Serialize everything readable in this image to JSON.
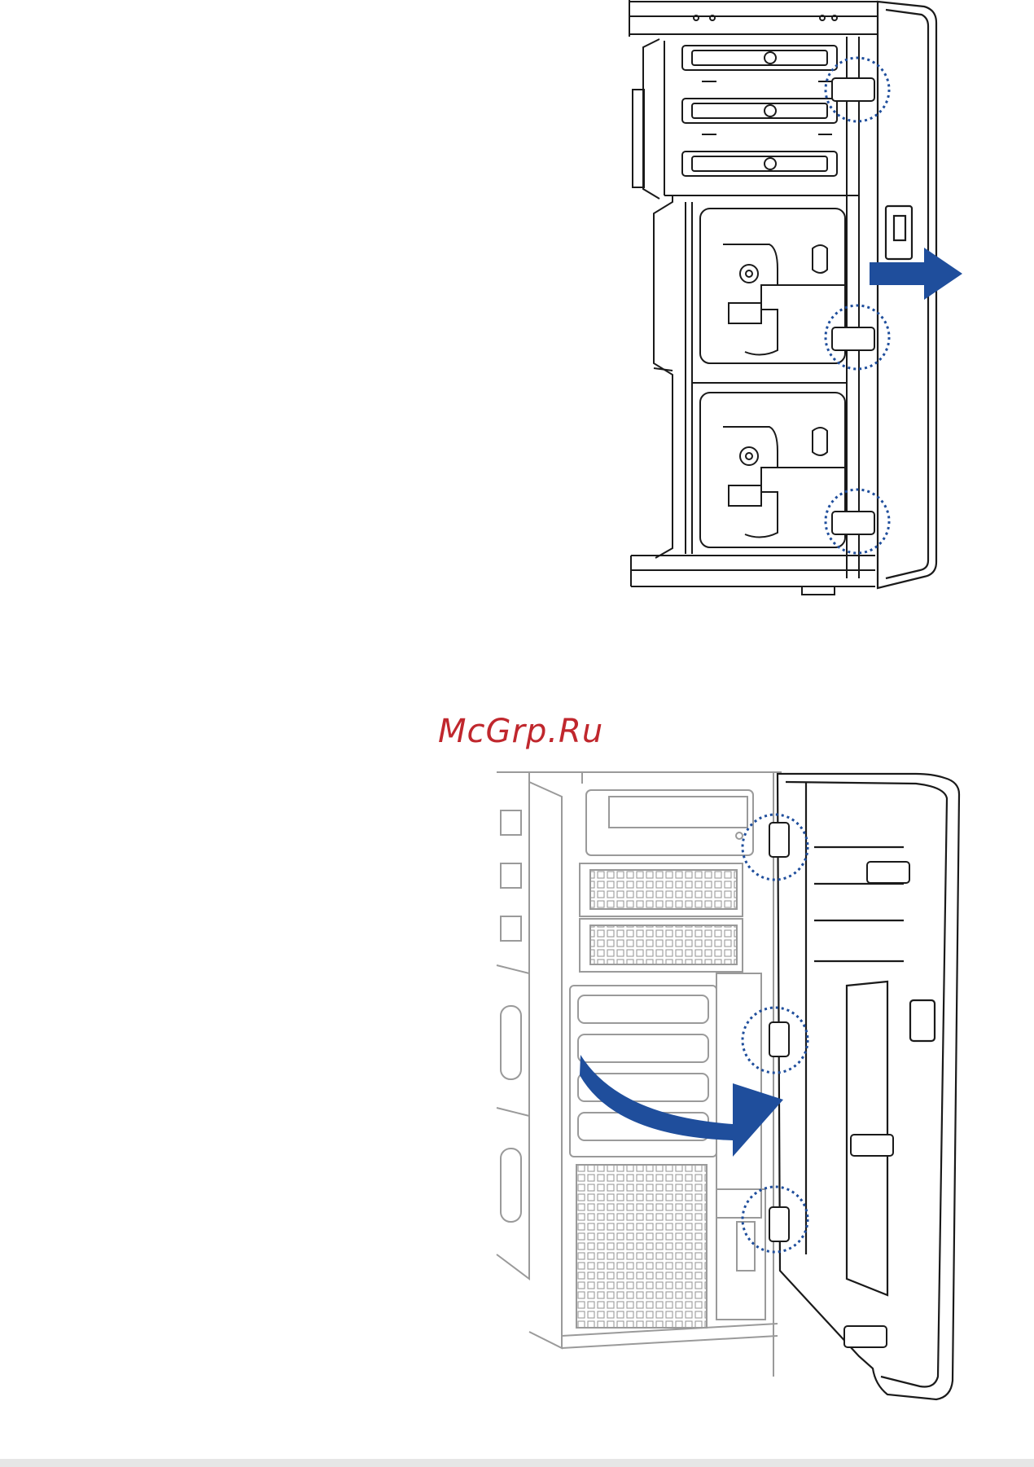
{
  "watermark": {
    "text": "McGrp.Ru",
    "color": "#c0272d"
  },
  "figures": [
    {
      "name": "bezel-removal-top-view",
      "arrow": "straight-right",
      "callouts": 3
    },
    {
      "name": "bezel-open-front-view",
      "arrow": "curved-right",
      "callouts": 3
    }
  ],
  "colors": {
    "line": "#1a1a1a",
    "faint_line": "#9a9a9a",
    "arrow": "#1f4e9c",
    "callout": "#1f4e9c",
    "footer": "#e6e6e6"
  }
}
